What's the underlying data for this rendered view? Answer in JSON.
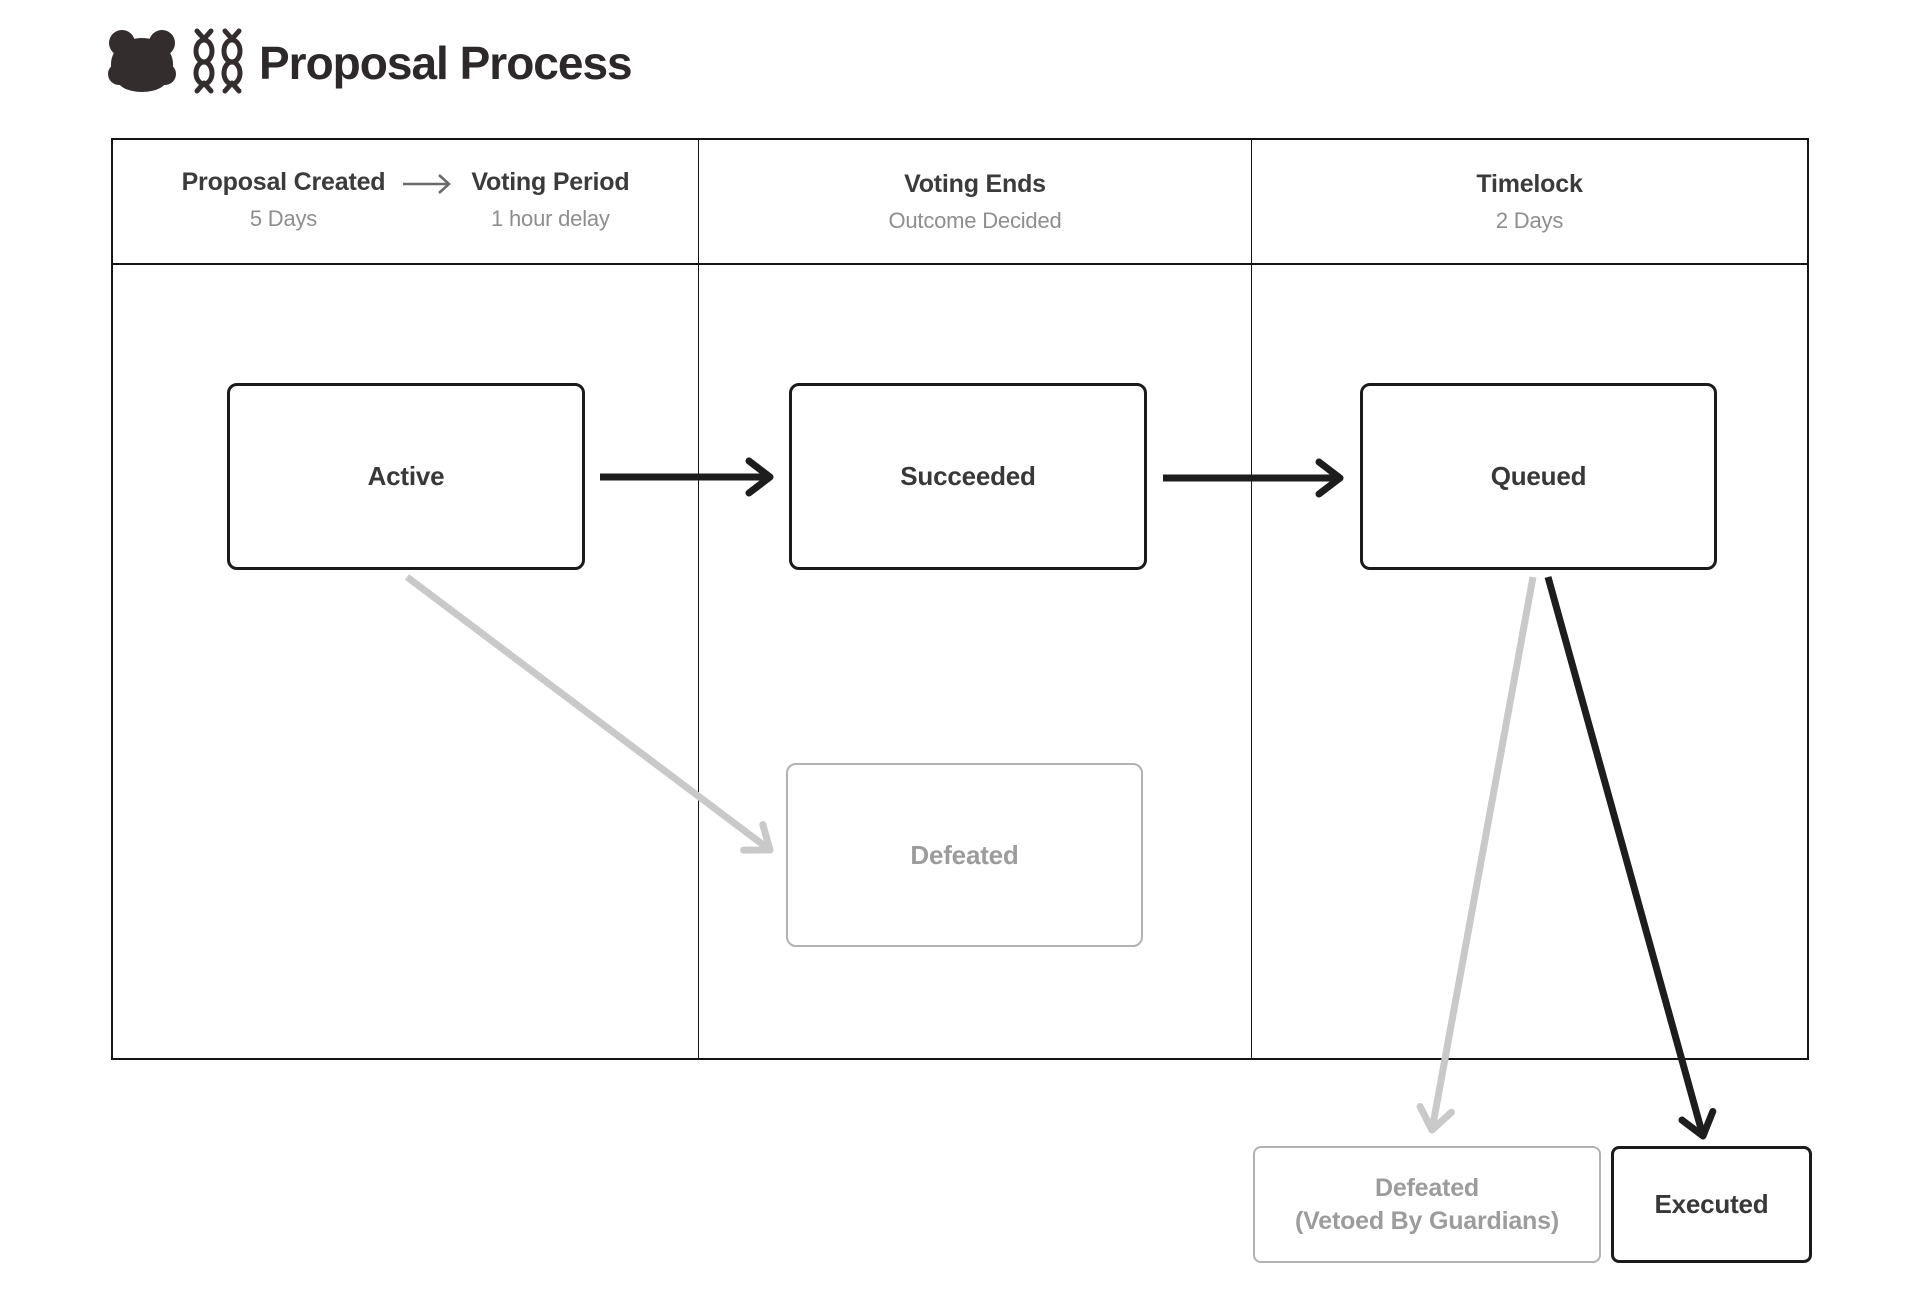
{
  "title": "Proposal Process",
  "table": {
    "column1": {
      "stage_left": "Proposal Created",
      "stage_left_sub": "5 Days",
      "stage_right": "Voting Period",
      "stage_right_sub": "1 hour delay"
    },
    "column2": {
      "stage": "Voting Ends",
      "sub": "Outcome Decided"
    },
    "column3": {
      "stage": "Timelock",
      "sub": "2 Days"
    }
  },
  "nodes": {
    "active": "Active",
    "succeeded": "Succeeded",
    "queued": "Queued",
    "defeated": "Defeated",
    "defeated_vetoed_line1": "Defeated",
    "defeated_vetoed_line2": "(Vetoed By Guardians)",
    "executed": "Executed"
  },
  "edges": [
    {
      "from": "Active",
      "to": "Succeeded",
      "style": "solid-black"
    },
    {
      "from": "Active",
      "to": "Defeated",
      "style": "solid-gray"
    },
    {
      "from": "Succeeded",
      "to": "Queued",
      "style": "solid-black"
    },
    {
      "from": "Queued",
      "to": "Defeated (Vetoed By Guardians)",
      "style": "solid-gray"
    },
    {
      "from": "Queued",
      "to": "Executed",
      "style": "solid-black"
    }
  ],
  "colors": {
    "ink": "#1d1d1d",
    "title_text": "#2d2829",
    "label_text": "#3b3b3b",
    "muted_text": "#8e8e8e",
    "ghost_text": "#9c9c9c",
    "ghost_border": "#b2b2b2",
    "gray_arrow": "#c9c9c9"
  }
}
